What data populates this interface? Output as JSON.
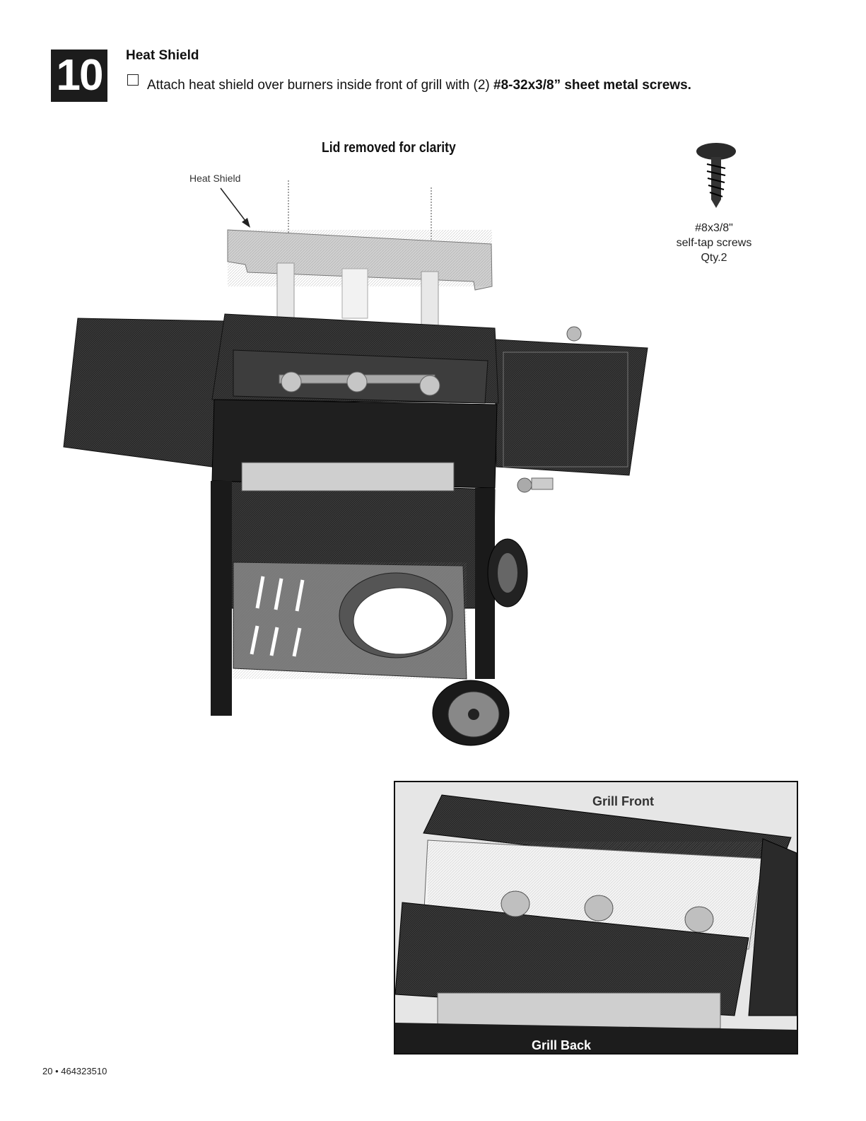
{
  "step": {
    "number": "10",
    "title": "Heat Shield",
    "instruction_text": "Attach heat shield over burners inside front of grill with (2) ",
    "instruction_bold": "#8-32x3/8” sheet metal screws."
  },
  "illustration": {
    "caption": "Lid removed for clarity",
    "callout_label": "Heat Shield"
  },
  "hardware": {
    "line1": "#8x3/8\"",
    "line2": "self-tap screws",
    "line3": "Qty.2"
  },
  "inset": {
    "top_label": "Grill Front",
    "bottom_label": "Grill Back"
  },
  "footer": {
    "page_ref": "20 • 464323510"
  }
}
